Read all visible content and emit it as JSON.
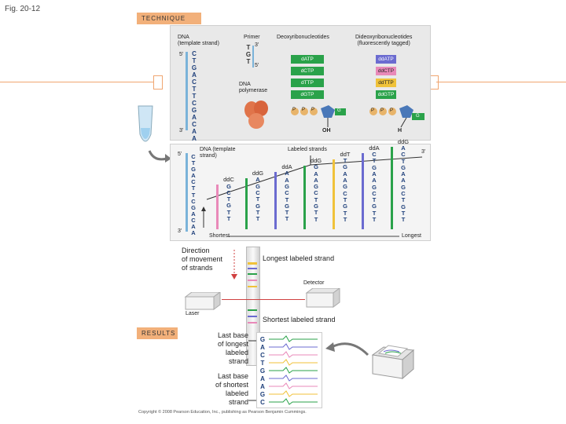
{
  "figure_label": "Fig. 20-12",
  "technique_tag": "TECHNIQUE",
  "results_tag": "RESULTS",
  "top_panel": {
    "dna_template_label": "DNA\n(template strand)",
    "primer_label": "Primer",
    "primer_end": "3'",
    "primer_bases": [
      "T",
      "G",
      "T"
    ],
    "primer_5": "5'",
    "template_5": "5'",
    "template_3": "3'",
    "template_bases": [
      "C",
      "T",
      "G",
      "A",
      "C",
      "T",
      "T",
      "C",
      "G",
      "A",
      "C",
      "A",
      "A"
    ],
    "polymerase_label": "DNA\npolymerase",
    "deoxy_header": "Deoxyribonucleotides",
    "dideoxy_header": "Dideoxyribonucleotides\n(fluorescently tagged)",
    "deoxy_items": [
      "dATP",
      "dCTP",
      "dTTP",
      "dGTP"
    ],
    "dideoxy_items": [
      "ddATP",
      "ddCTP",
      "ddTTP",
      "ddGTP"
    ],
    "phosphate": "P",
    "base_G": "G",
    "oh_label": "OH",
    "h_label": "H"
  },
  "middle_panel": {
    "template_label": "DNA (template\nstrand)",
    "labeled_label": "Labeled strands",
    "five_prime": "5'",
    "three_prime_left": "3'",
    "three_prime_right": "3'",
    "template_bases": [
      "C",
      "T",
      "G",
      "A",
      "C",
      "T",
      "T",
      "C",
      "G",
      "A",
      "C",
      "A",
      "A"
    ],
    "strand_heads": [
      "ddC",
      "ddG",
      "ddA",
      "ddG",
      "ddT",
      "ddA",
      "ddG"
    ],
    "shortest": "Shortest",
    "longest": "Longest"
  },
  "lower": {
    "direction": "Direction\nof movement\nof strands",
    "longest_strand": "Longest labeled strand",
    "detector": "Detector",
    "laser": "Laser",
    "shortest_strand": "Shortest labeled strand",
    "last_base_longest": "Last base\nof longest\nlabeled\nstrand",
    "last_base_shortest": "Last base\nof shortest\nlabeled\nstrand",
    "result_bases": [
      "G",
      "A",
      "C",
      "T",
      "G",
      "A",
      "A",
      "G",
      "C"
    ],
    "copyright": "Copyright © 2008 Pearson Education, Inc., publishing as Pearson Benjamin Cummings."
  },
  "colors": {
    "accent_orange": "#f2b07a",
    "deoxy_green": "#2aa24a",
    "dideoxy_purple": "#6b6bd0",
    "polymerase": "#e0744a",
    "strand_blue": "#1e3f7a"
  }
}
